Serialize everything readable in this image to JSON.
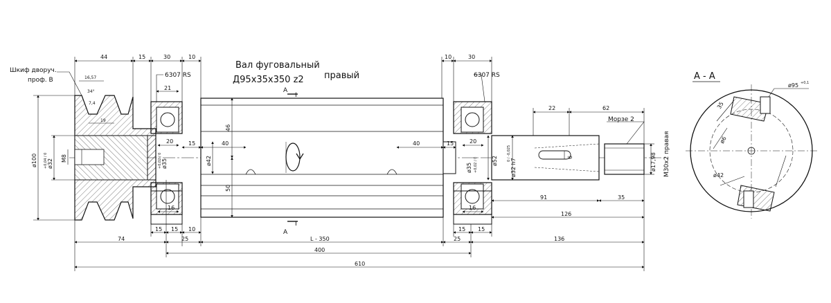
{
  "title": {
    "line1": "Вал фуговальный",
    "line2": "Д95х35х350 z2",
    "side": "правый"
  },
  "labels": {
    "pulley": "Шкиф дворуч.",
    "pulley_profile": "проф. В",
    "bearing_left": "6307 RS",
    "bearing_right": "6307 RS",
    "morse": "Морзе 2",
    "thread": "М30х2 правая",
    "section_title": "А - А",
    "section_mark_top": "А",
    "section_mark_bottom": "А",
    "section_tick": "I"
  },
  "dims_top": {
    "d44": "44",
    "d15a": "15",
    "d30a": "30",
    "d10a": "10",
    "d16_57": "16,57",
    "d34deg": "34°",
    "d7_4": "7,4",
    "d19": "19",
    "d21": "21",
    "d10b": "10",
    "d30b": "30",
    "d22": "22",
    "d62": "62"
  },
  "dims_mid": {
    "d46": "46",
    "d40a": "40",
    "d40b": "40",
    "d15b": "15",
    "d15c": "15",
    "d20a": "20",
    "d20b": "20",
    "d50": "50",
    "d16a": "16",
    "d16b": "16",
    "phi42": "ø42",
    "phi52": "ø52",
    "phi35a": "ø35",
    "phi35a_tol": "+0,02 / 0",
    "phi35b": "ø35",
    "phi35b_tol": "+0,02 / 0",
    "phi100": "ø100",
    "phi32a": "ø32",
    "phi32a_tol": "+0,04 / 0",
    "m8": "М8",
    "phi32h7": "ø32 h7",
    "phi32h7_tol": "0 / -0,025",
    "d6": "6",
    "phi17_98": "ø17,98",
    "d91": "91",
    "d35": "35",
    "d126": "126"
  },
  "dims_bottom": {
    "d15d": "15",
    "d15e": "15",
    "d10c": "10",
    "d15f": "15",
    "d15g": "15",
    "d74": "74",
    "d25a": "25",
    "L": "L - 350",
    "d25b": "25",
    "d136": "136",
    "d400": "400",
    "d610": "610"
  },
  "section": {
    "phi95": "ø95",
    "phi95_tol": "+0,1",
    "phi42": "ø42",
    "d35": "35",
    "phi6": "ø6"
  }
}
